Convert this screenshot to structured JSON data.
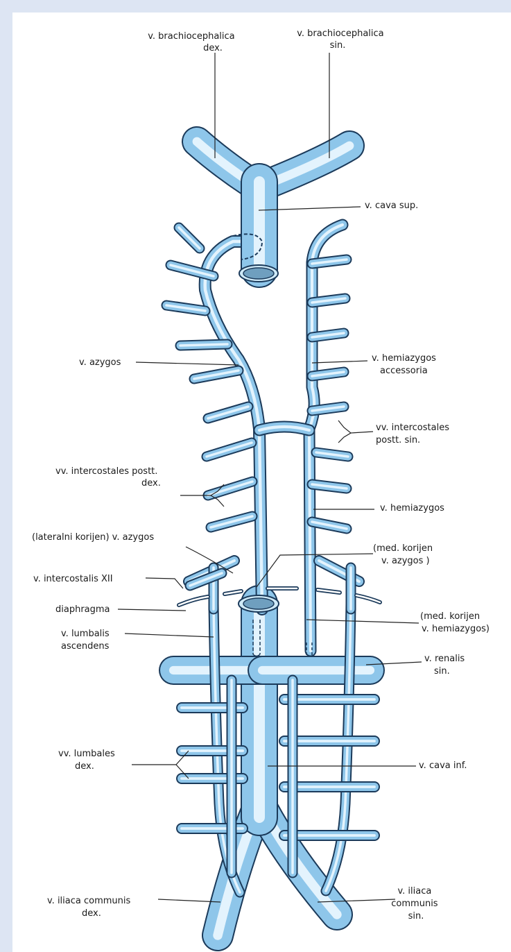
{
  "labels": {
    "brachio_dex": [
      "v. brachiocephalica",
      "dex."
    ],
    "brachio_sin": [
      "v. brachiocephalica",
      "sin."
    ],
    "cava_sup": "v. cava  sup.",
    "azygos": "v. azygos",
    "hemiazygos_acc": [
      "v. hemiazygos",
      "accessoria"
    ],
    "intercost_sin": [
      "vv. intercostales",
      "postt.  sin."
    ],
    "intercost_dex": [
      "vv.  intercostales  postt.",
      "dex."
    ],
    "hemiazygos": "v. hemiazygos",
    "lat_korijen": "(lateralni  korijen) v. azygos",
    "med_kor_azygos": [
      "(med.  korijen",
      "v.  azygos )"
    ],
    "intercostalis_xii": "v. intercostalis  XII",
    "diaphragma": "diaphragma",
    "med_kor_hemi": [
      "(med. korijen",
      "v. hemiazygos)"
    ],
    "lumbalis_asc": [
      "v. lumbalis",
      "ascendens"
    ],
    "renalis_sin": [
      "v. renalis",
      "sin."
    ],
    "lumbales_dex": [
      "vv. lumbales",
      "dex."
    ],
    "cava_inf": "v. cava  inf.",
    "iliaca_dex": [
      "v. iliaca communis",
      "dex."
    ],
    "iliaca_sin": [
      "v. iliaca",
      "communis",
      "sin."
    ]
  },
  "colors": {
    "background": "#dde5f3",
    "vein_fill": "#8ec6ea",
    "vein_outline": "#1b3a5a",
    "vein_highlight": "#e3f3fd"
  }
}
